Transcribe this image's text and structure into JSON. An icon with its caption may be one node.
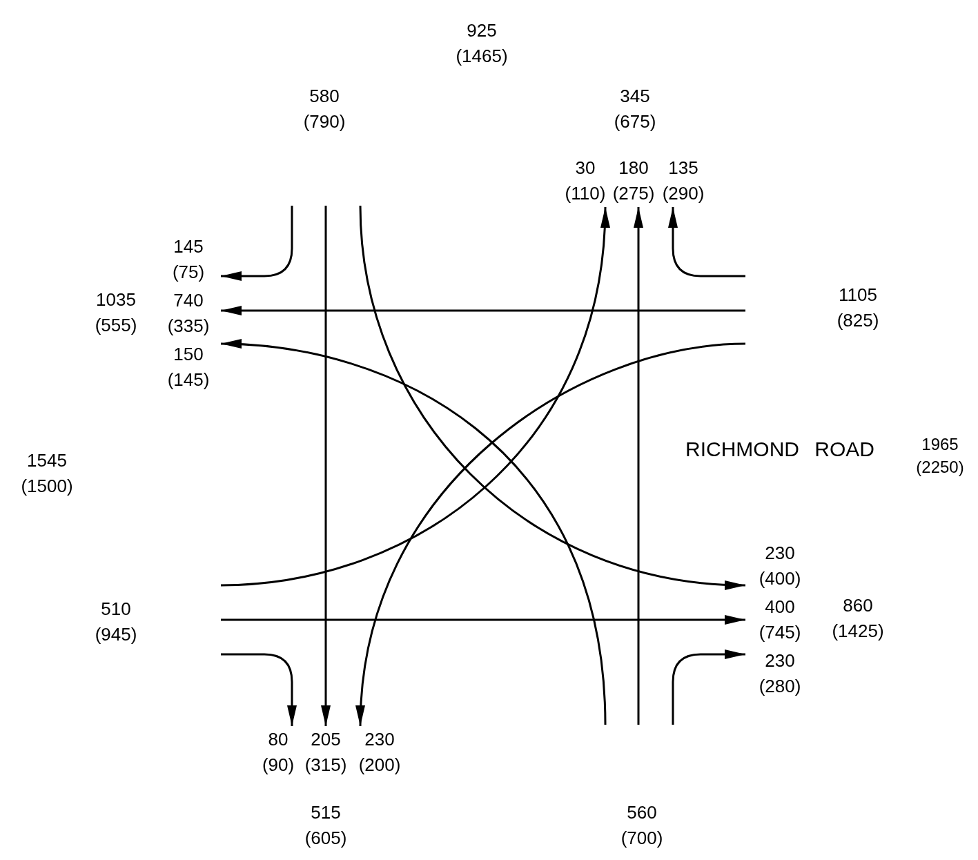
{
  "diagram": {
    "nodes": [
      {
        "text": [
          "30 (110)"
        ]
      },
      {
        "text": [
          "180 (275)"
        ]
      },
      {
        "text": [
          "135 (290)"
        ]
      },
      {
        "text": [
          "145 (75)"
        ]
      },
      {
        "text": [
          "740 (335)"
        ]
      },
      {
        "text": [
          "150 (145)"
        ]
      },
      {
        "text": [
          "230 (400)"
        ]
      },
      {
        "text": [
          "400 (745)"
        ]
      },
      {
        "text": [
          "230 (280)"
        ]
      },
      {
        "text": [
          "80 (90)"
        ]
      },
      {
        "text": [
          "205 (315)"
        ]
      },
      {
        "text": [
          "230 (200)"
        ]
      }
    ],
    "edges": [
      {
        "from": null,
        "to": 0,
        "arrow": "to"
      },
      {
        "from": null,
        "to": 1,
        "arrow": "to"
      },
      {
        "from": null,
        "to": 2,
        "arrow": "to"
      },
      {
        "from": null,
        "to": 3,
        "arrow": "to"
      },
      {
        "from": null,
        "to": 4,
        "arrow": "to"
      },
      {
        "from": null,
        "to": 5,
        "arrow": "to"
      },
      {
        "from": null,
        "to": 6,
        "arrow": "to"
      },
      {
        "from": null,
        "to": 7,
        "arrow": "to"
      },
      {
        "from": null,
        "to": 8,
        "arrow": "to"
      },
      {
        "from": null,
        "to": 9,
        "arrow": "to"
      },
      {
        "from": null,
        "to": 10,
        "arrow": "to"
      },
      {
        "from": null,
        "to": 11,
        "arrow": "to"
      }
    ],
    "labels": [
      "925 (1465)",
      "580 (790)",
      "345 (675)",
      "1035 (555)",
      "1105 (825)",
      "RICHMOND ROAD",
      "1965 (2250)",
      "1545 (1500)",
      "510 (945)",
      "860 (1425)",
      "515 (605)",
      "560 (700)"
    ]
  }
}
